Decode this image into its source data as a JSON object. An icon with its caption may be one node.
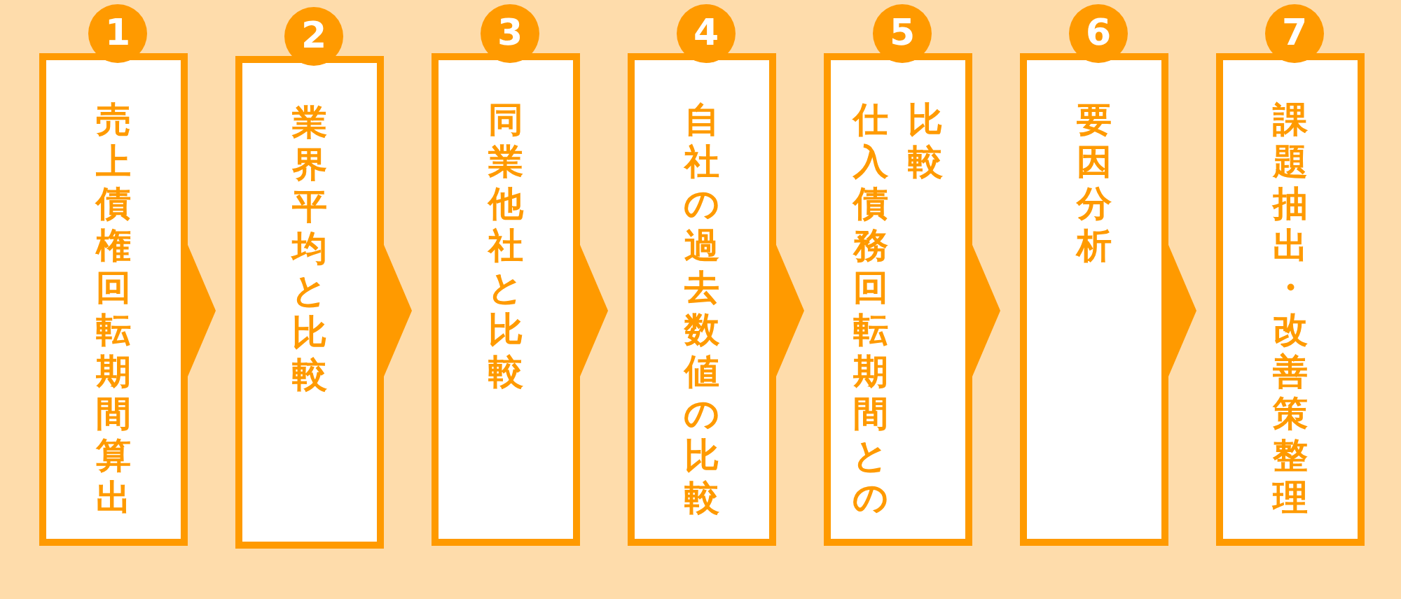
{
  "diagram": {
    "nodes": [
      {
        "text": [
          "1",
          "売上債権回転期間算出"
        ]
      },
      {
        "text": [
          "2",
          "業界平均と比較"
        ]
      },
      {
        "text": [
          "3",
          "同業他社と比較"
        ]
      },
      {
        "text": [
          "4",
          "自社の過去数値の比較"
        ]
      },
      {
        "text": [
          "5",
          "仕入債務回転期間との比較"
        ]
      },
      {
        "text": [
          "6",
          "要因分析"
        ]
      },
      {
        "text": [
          "7",
          "課題抽出・改善策整理"
        ]
      }
    ],
    "edges": [
      {
        "from": 0,
        "to": 1,
        "arrow": "to"
      },
      {
        "from": 1,
        "to": 2,
        "arrow": "to"
      },
      {
        "from": 2,
        "to": 3,
        "arrow": "to"
      },
      {
        "from": 3,
        "to": 4,
        "arrow": "to"
      },
      {
        "from": 4,
        "to": 5,
        "arrow": "to"
      },
      {
        "from": 5,
        "to": 6,
        "arrow": "to"
      }
    ]
  }
}
